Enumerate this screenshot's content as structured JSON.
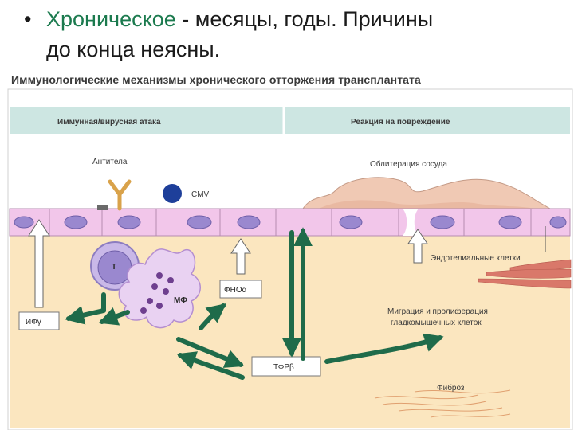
{
  "slide": {
    "bullet": "•",
    "heading_colored": "Хроническое",
    "heading_rest": " - месяцы, годы. Причины",
    "heading_line2": "до конца неясны.",
    "accent_color": "#1b7a4e"
  },
  "figure": {
    "title": "Иммунологические механизмы хронического отторжения трансплантата",
    "header_left": "Иммунная/вирусная атака",
    "header_right": "Реакция на повреждение",
    "labels": {
      "antibodies": "Антитела",
      "cmv": "CMV",
      "obliteration": "Облитерация сосуда",
      "endothelial": "Эндотелиальные клетки",
      "t_cell": "T",
      "macrophage": "МФ",
      "ifn": "ИФγ",
      "tnf": "ФНОα",
      "tgf": "ТФРβ",
      "migration_line1": "Миграция и пролиферация",
      "migration_line2": "гладкомышечных клеток",
      "fibrosis": "Фиброз"
    },
    "colors": {
      "header_band": "#cde6e2",
      "endothelium": "#f2c6ea",
      "nucleus": "#9a88cf",
      "tissue": "#fbe6bf",
      "arrow": "#1f6b4a",
      "cmv": "#1e3f9a",
      "antibody": "#d9a24a"
    }
  }
}
